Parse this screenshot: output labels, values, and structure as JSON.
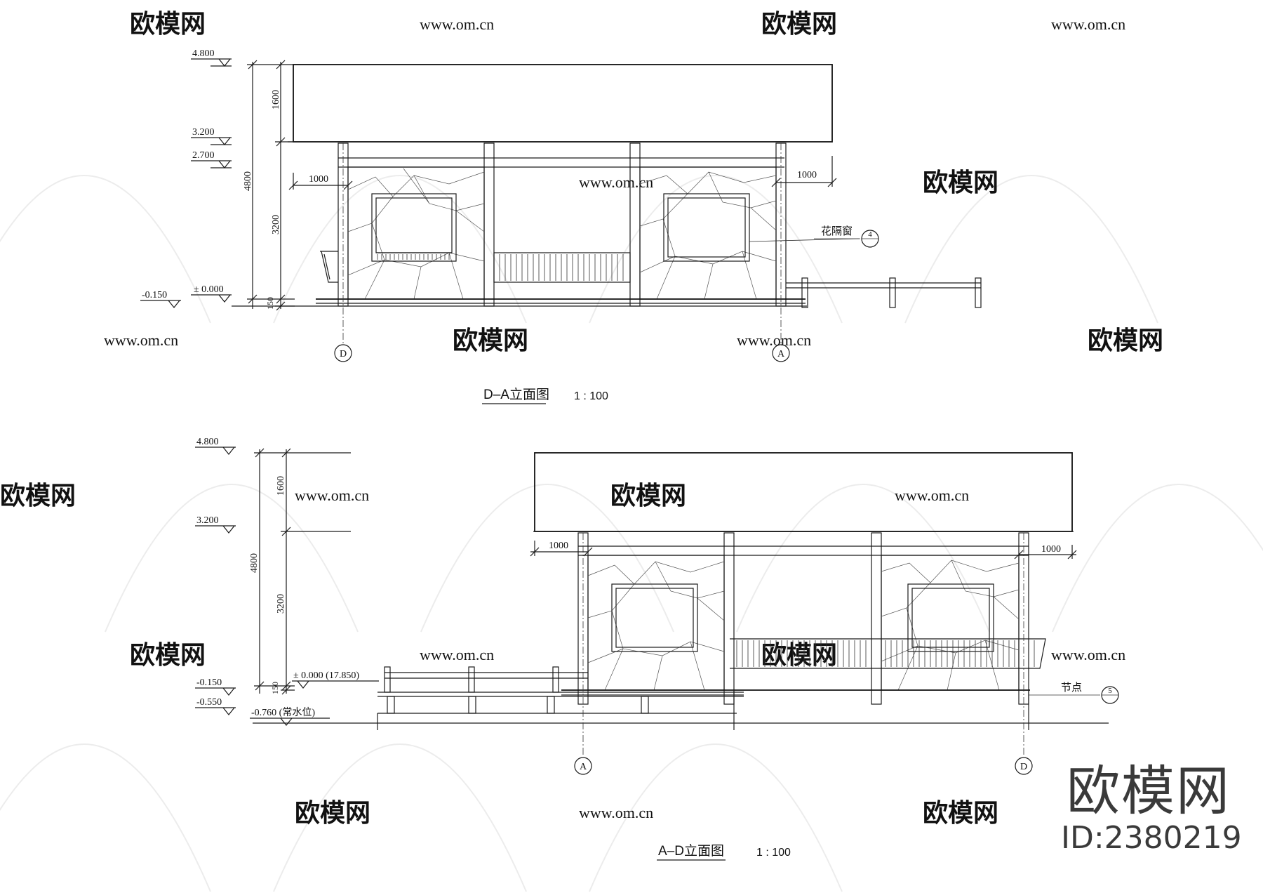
{
  "elevation_top": {
    "title": "D–A立面图",
    "scale": "1 : 100",
    "levels": [
      "4.800",
      "3.200",
      "2.700",
      "± 0.000",
      "-0.150"
    ],
    "dims": [
      "1600",
      "4800",
      "3200",
      "150",
      "1000",
      "1000"
    ],
    "grid_axes": [
      "D",
      "A"
    ],
    "callout_label": "花隔窗",
    "callout_ref": "4"
  },
  "elevation_bottom": {
    "title": "A–D立面图",
    "scale": "1 : 100",
    "levels": [
      "4.800",
      "3.200",
      "± 0.000 (17.850)",
      "-0.150",
      "-0.550",
      "-0.760 (常水位)"
    ],
    "dims": [
      "1600",
      "4800",
      "3200",
      "150",
      "1000",
      "1000"
    ],
    "grid_axes": [
      "A",
      "D"
    ],
    "callout_label": "节点",
    "callout_ref": "5"
  },
  "watermark": {
    "brand": "欧模网",
    "url": "www.om.cn",
    "id": "ID:2380219"
  }
}
